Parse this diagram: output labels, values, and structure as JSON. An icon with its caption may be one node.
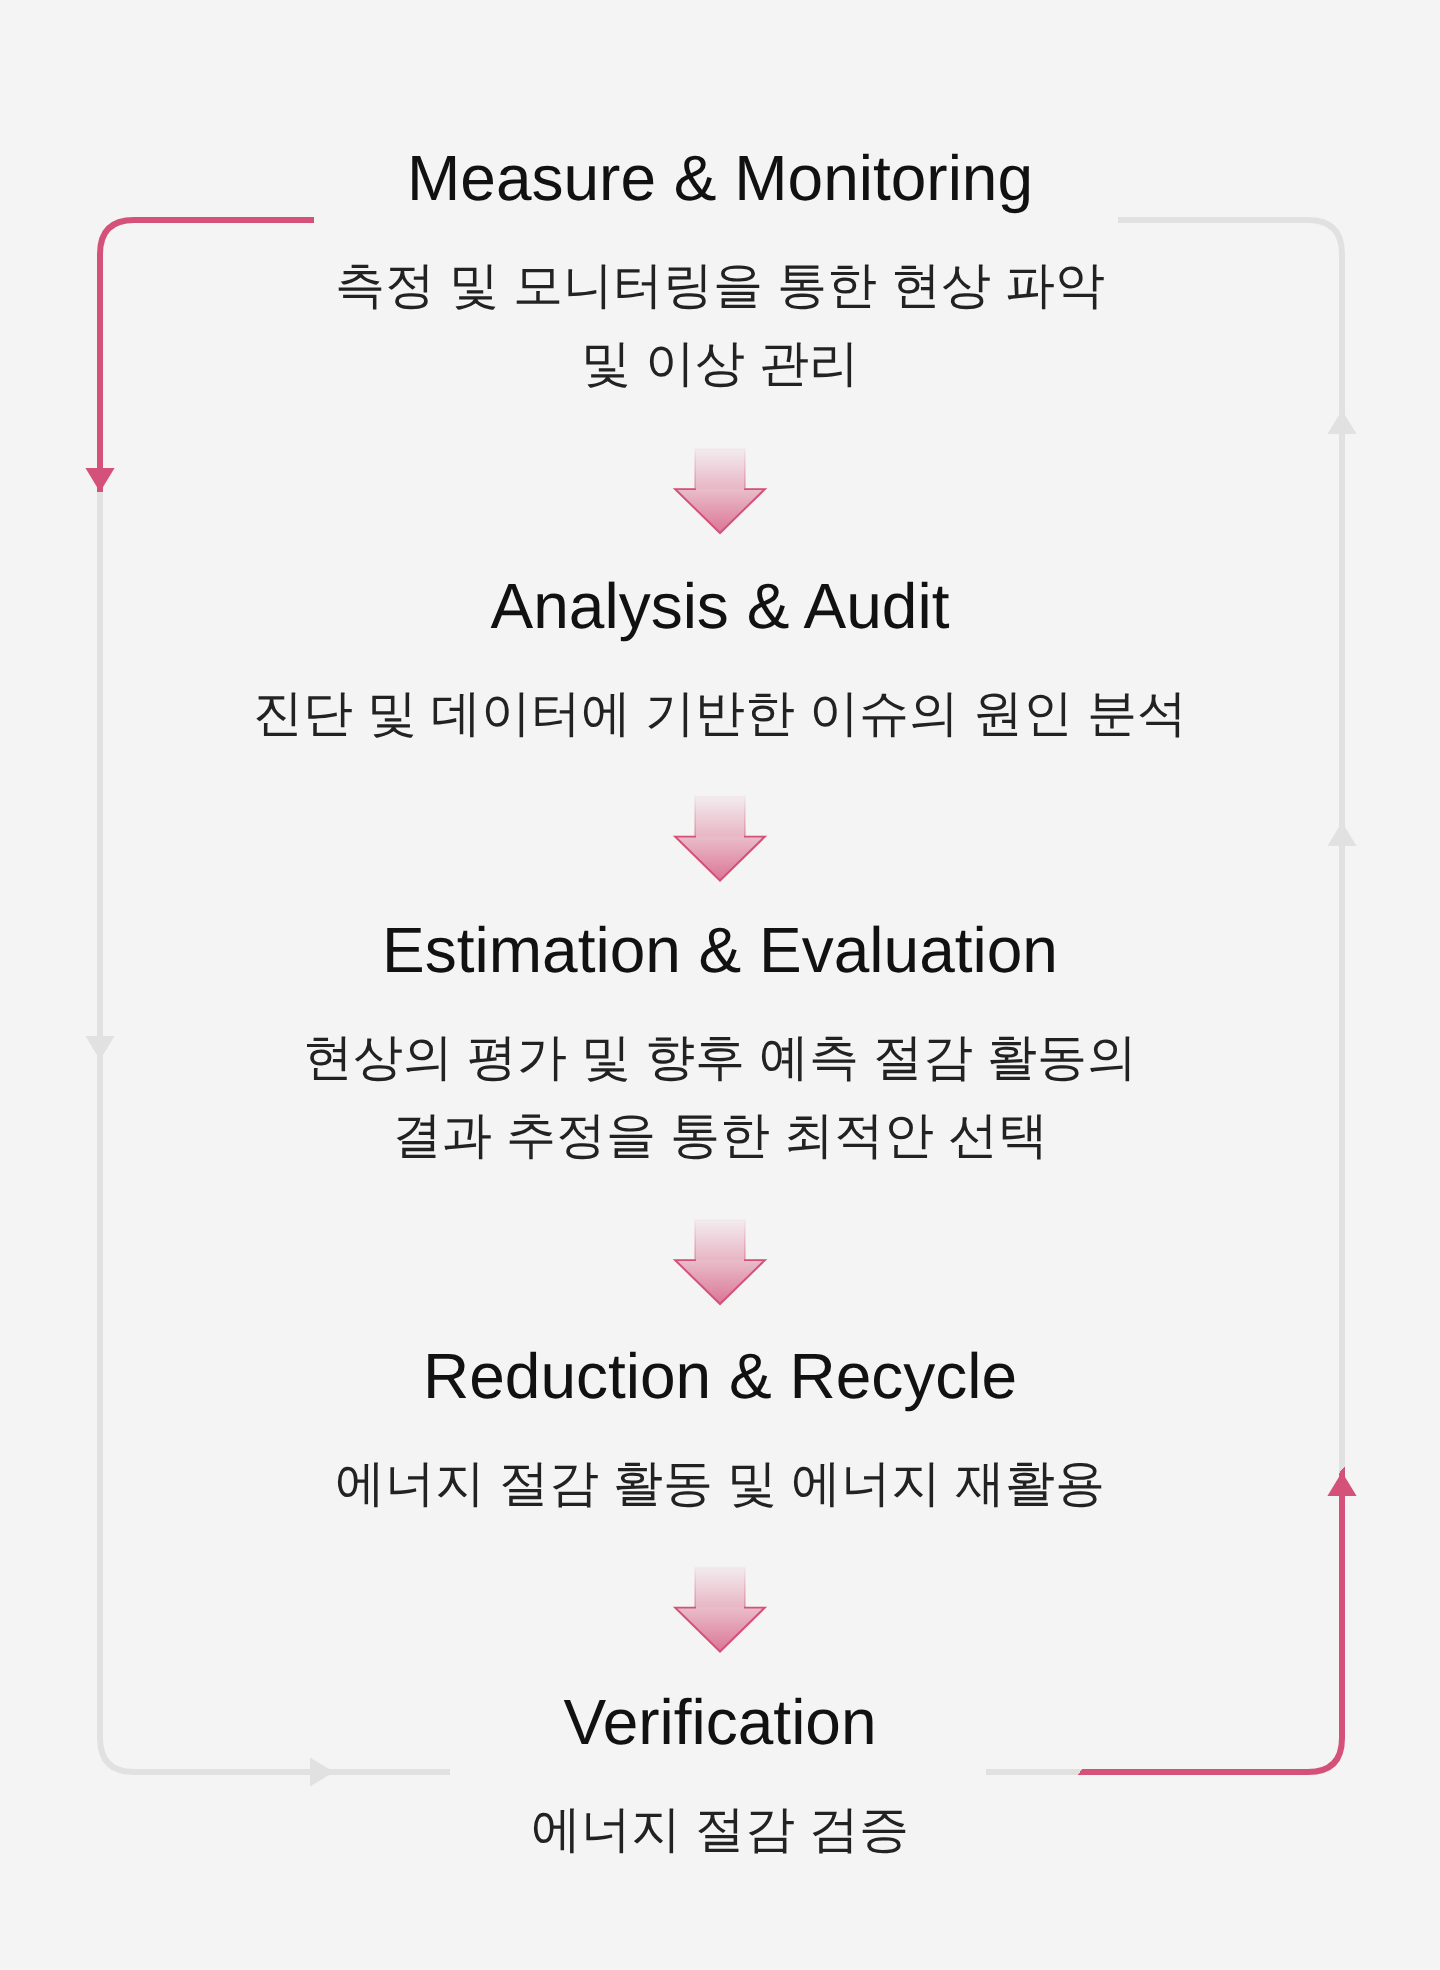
{
  "diagram": {
    "nodes": [
      {
        "text": [
          "Measure & Monitoring",
          "측정 및 모니터링을 통한 현상 파악 및 이상 관리"
        ]
      },
      {
        "text": [
          "Analysis & Audit",
          "진단 및 데이터에 기반한 이슈의 원인 분석"
        ]
      },
      {
        "text": [
          "Estimation & Evaluation",
          "현상의 평가 및 향후 예측 절감 활동의 결과 추정을 통한 최적안 선택"
        ]
      },
      {
        "text": [
          "Reduction & Recycle",
          "에너지 절감 활동 및 에너지 재활용"
        ]
      },
      {
        "text": [
          "Verification",
          "에너지 절감 검증"
        ]
      }
    ],
    "edges": [
      {
        "from": 0,
        "to": 1,
        "arrow": "to"
      },
      {
        "from": 1,
        "to": 2,
        "arrow": "to"
      },
      {
        "from": 2,
        "to": 3,
        "arrow": "to"
      },
      {
        "from": 3,
        "to": 4,
        "arrow": "to"
      },
      {
        "from": 0,
        "to": 4,
        "arrow": "to",
        "color": "#e1e1e1"
      },
      {
        "from": 4,
        "to": 0,
        "arrow": "to",
        "color": "#e1e1e1"
      }
    ]
  }
}
